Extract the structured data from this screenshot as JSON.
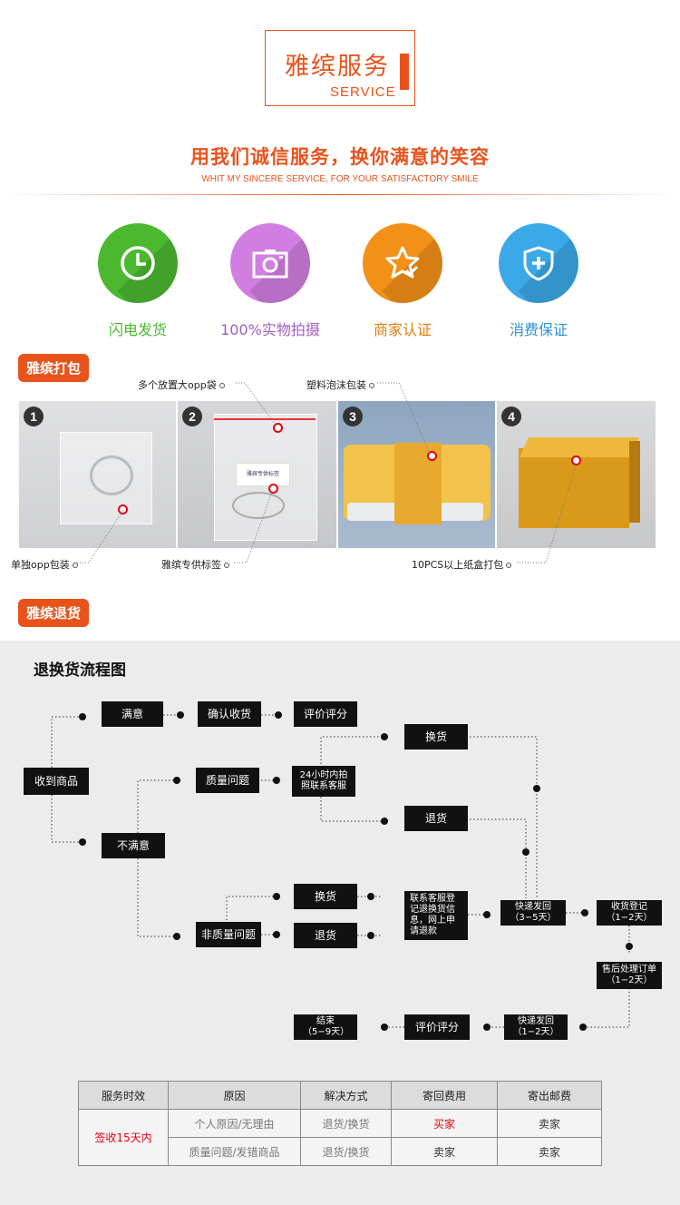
{
  "header": {
    "brand_zh": "雅缤服务",
    "brand_en": "SERVICE",
    "slogan_zh": "用我们诚信服务，换你满意的笑容",
    "slogan_en": "WHIT MY SINCERE SERVICE, FOR YOUR SATISFACTORY SMILE"
  },
  "features": [
    {
      "label": "闪电发货",
      "icon": "clock-icon",
      "color": "#4cb830"
    },
    {
      "label": "100%实物拍摄",
      "icon": "camera-icon",
      "color": "#d27ee0"
    },
    {
      "label": "商家认证",
      "icon": "star-check-icon",
      "color": "#f39017"
    },
    {
      "label": "消费保证",
      "icon": "shield-plus-icon",
      "color": "#3ba9e8"
    }
  ],
  "feature_label_colors": [
    "#4cb830",
    "#a45cc7",
    "#e07d0f",
    "#2b93d6"
  ],
  "packing": {
    "title": "雅缤打包",
    "steps": [
      {
        "num": "1",
        "caption": "单独opp包装"
      },
      {
        "num": "2",
        "caption": "多个放置大opp袋"
      },
      {
        "num": "3",
        "caption": "塑料泡沫包装"
      },
      {
        "num": "4",
        "caption": "10PCS以上纸盒打包"
      }
    ],
    "extra_caption": "雅缤专供标签",
    "label_card_text": "雅缤专供标签"
  },
  "returns": {
    "title": "雅缤退货",
    "flow_title": "退换货流程图",
    "nodes": {
      "received": "收到商品",
      "satisfied": "满意",
      "confirm_receipt": "确认收货",
      "review1": "评价评分",
      "unsatisfied": "不满意",
      "quality_issue": "质量问题",
      "photo_contact": "24小时内拍照联系客服",
      "exchange1": "换货",
      "return1": "退货",
      "non_quality": "非质量问题",
      "exchange2": "换货",
      "return2": "退货",
      "contact_register": "联系客服登记退换货信息，网上申请退款",
      "express_back": "快递发回（3−5天）",
      "receive_register": "收货登记（1−2天）",
      "after_sale": "售后处理订单（1−2天）",
      "express_return": "快递发回（1−2天）",
      "review2": "评价评分",
      "end": "结束（5−9天）"
    }
  },
  "table": {
    "headers": [
      "服务时效",
      "原因",
      "解决方式",
      "寄回费用",
      "寄出邮费"
    ],
    "period": "签收15天内",
    "rows": [
      {
        "reason": "个人原因/无理由",
        "solution": "退货/换货",
        "return_fee": "买家",
        "send_fee": "卖家"
      },
      {
        "reason": "质量问题/发错商品",
        "solution": "退货/换货",
        "return_fee": "卖家",
        "send_fee": "卖家"
      }
    ]
  }
}
